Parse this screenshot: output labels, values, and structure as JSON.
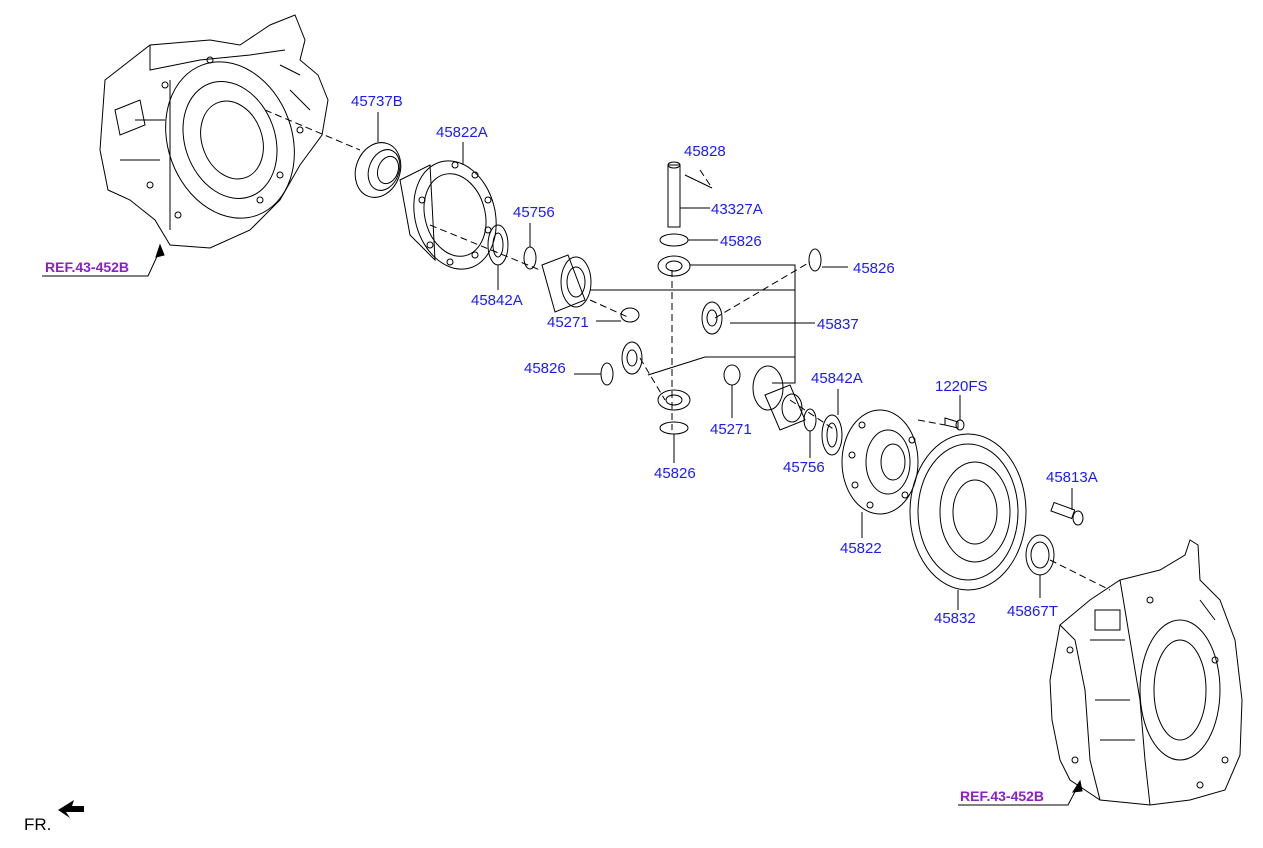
{
  "refs": {
    "left": "REF.43-452B",
    "right": "REF.43-452B"
  },
  "direction": {
    "label": "FR."
  },
  "parts": {
    "p45737B": "45737B",
    "p45822A": "45822A",
    "p45828": "45828",
    "p43327A": "43327A",
    "p45756_top": "45756",
    "p45826_a": "45826",
    "p45826_b": "45826",
    "p45842A_left": "45842A",
    "p45271_top": "45271",
    "p45837": "45837",
    "p45826_c": "45826",
    "p45842A_right": "45842A",
    "p1220FS": "1220FS",
    "p45271_bottom": "45271",
    "p45826_d": "45826",
    "p45756_bottom": "45756",
    "p45813A": "45813A",
    "p45822": "45822",
    "p45832": "45832",
    "p45867T": "45867T"
  },
  "colors": {
    "label": "#1a1aff",
    "reference": "#8b20c8",
    "line": "#000000"
  }
}
